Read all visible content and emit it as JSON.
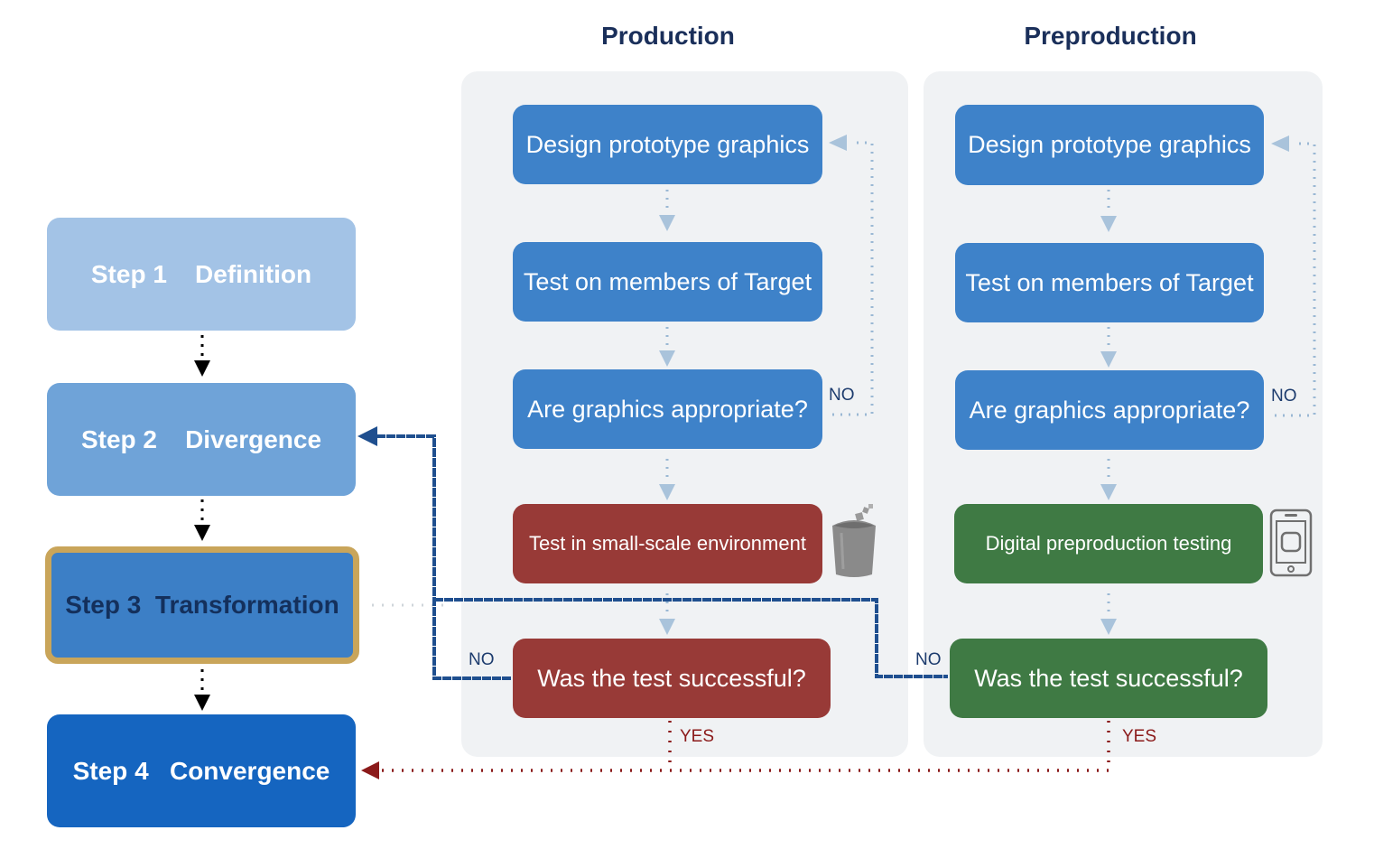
{
  "columns": {
    "production": "Production",
    "preproduction": "Preproduction"
  },
  "steps": [
    {
      "label": "Step 1    Definition"
    },
    {
      "label": "Step 2    Divergence"
    },
    {
      "label": "Step 3  Transformation"
    },
    {
      "label": "Step 4   Convergence"
    }
  ],
  "production": {
    "design": "Design prototype graphics",
    "test_target": "Test on members of Target",
    "appropriate": "Are graphics appropriate?",
    "env_test": "Test in small-scale environment",
    "successful": "Was the test successful?",
    "no_appropriate": "NO",
    "no_successful": "NO",
    "yes": "YES"
  },
  "preproduction": {
    "design": "Design prototype graphics",
    "test_target": "Test on members of Target",
    "appropriate": "Are graphics appropriate?",
    "env_test": "Digital preproduction testing",
    "successful": "Was the test successful?",
    "no_appropriate": "NO",
    "no_successful": "NO",
    "yes": "YES"
  },
  "icons": {
    "trash": "trash-can-icon",
    "phone": "smartphone-icon"
  },
  "colors": {
    "step1": "#a3c3e6",
    "step2": "#6fa3d8",
    "step3": "#3c7fc6",
    "step3_border": "#c9a55a",
    "step4": "#1565c0",
    "box_blue": "#3e82c9",
    "box_red": "#983a37",
    "box_green": "#3f7a44",
    "no_path": "#1f4f8f",
    "yes_path": "#8b1a1a"
  }
}
